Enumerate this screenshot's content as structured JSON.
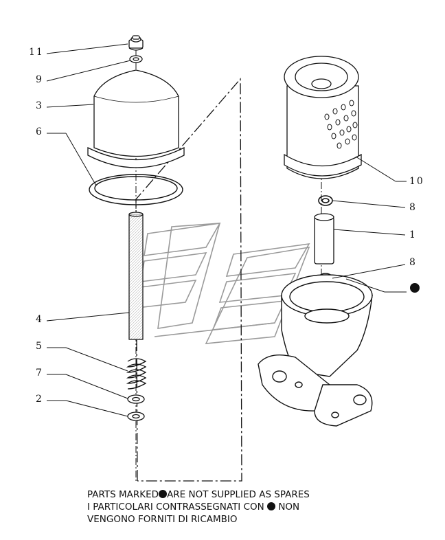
{
  "callouts": {
    "c11": "11",
    "c9": "9",
    "c3": "3",
    "c6": "6",
    "c4": "4",
    "c5": "5",
    "c7": "7",
    "c2": "2",
    "c10": "10",
    "c8a": "8",
    "c1": "1",
    "c8b": "8"
  },
  "note": {
    "line1_a": "PARTS MARKED",
    "line1_b": "ARE NOT SUPPLIED AS SPARES",
    "line2_a": "I PARTICOLARI CONTRASSEGNATI CON",
    "line2_b": "NON",
    "line3": "VENGONO FORNITI DI RICAMBIO"
  }
}
